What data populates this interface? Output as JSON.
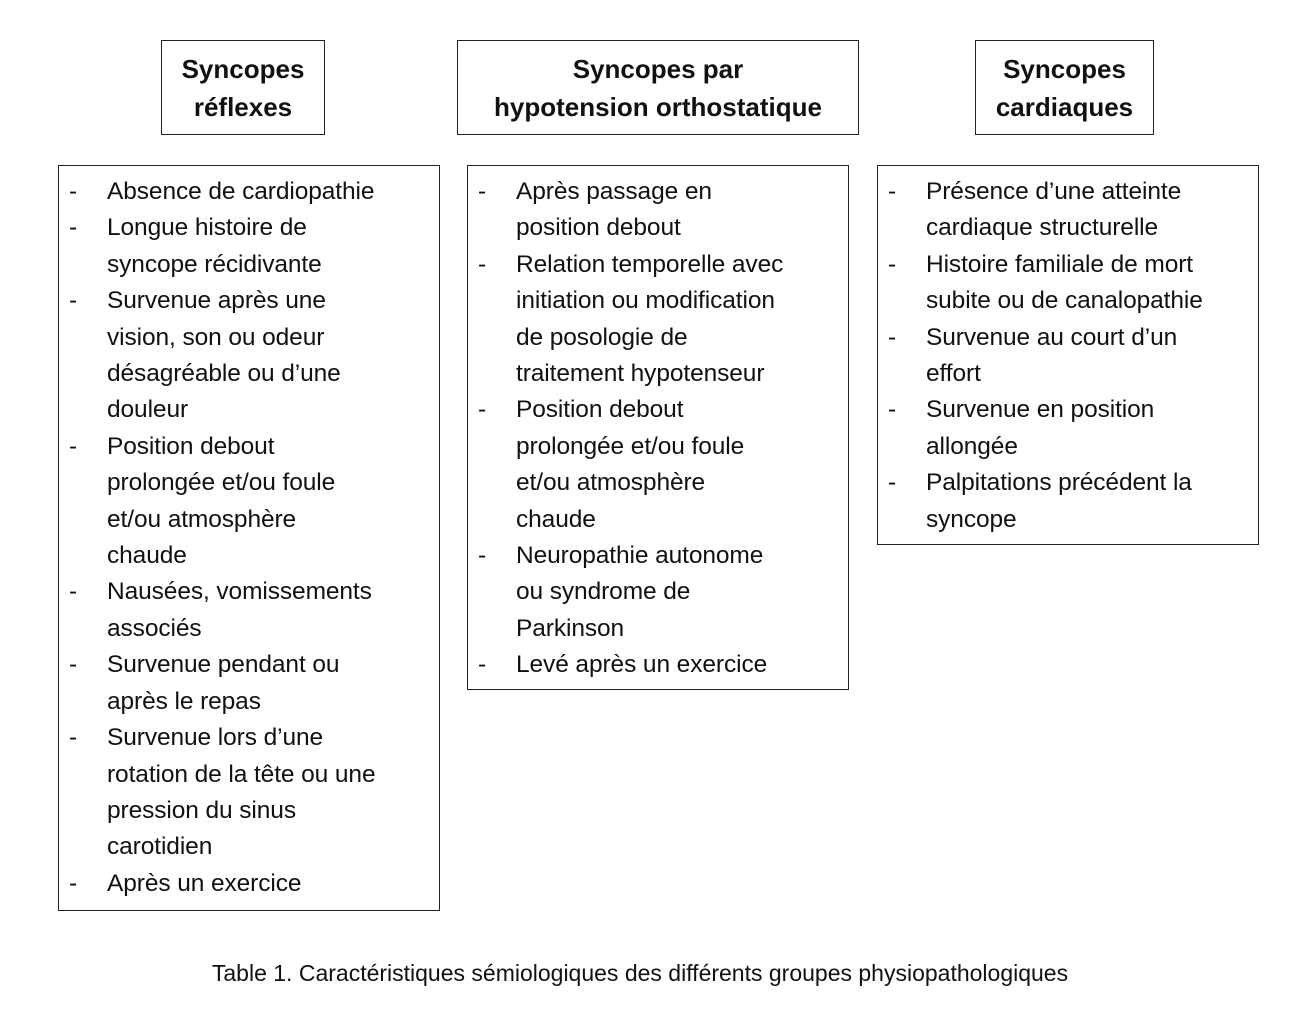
{
  "columns": [
    {
      "header": "Syncopes\nréflexes",
      "items": [
        [
          "Absence de cardiopathie"
        ],
        [
          "Longue histoire de",
          "syncope récidivante"
        ],
        [
          "Survenue après une",
          "vision, son ou odeur",
          "désagréable ou d’une",
          "douleur"
        ],
        [
          "Position debout",
          "prolongée et/ou foule",
          "et/ou atmosphère",
          "chaude"
        ],
        [
          "Nausées, vomissements",
          "associés"
        ],
        [
          "Survenue pendant ou",
          "après le repas"
        ],
        [
          "Survenue lors d’une",
          "rotation de la tête ou une",
          "pression du sinus",
          "carotidien"
        ],
        [
          "Après un exercice"
        ]
      ]
    },
    {
      "header": "Syncopes par\nhypotension orthostatique",
      "items": [
        [
          "Après passage en",
          "position debout"
        ],
        [
          "Relation temporelle avec",
          "initiation ou modification",
          "de posologie de",
          "traitement hypotenseur"
        ],
        [
          "Position debout",
          "prolongée et/ou foule",
          "et/ou atmosphère",
          "chaude"
        ],
        [
          "Neuropathie autonome",
          "ou syndrome de",
          "Parkinson"
        ],
        [
          "Levé après un exercice"
        ]
      ]
    },
    {
      "header": "Syncopes\ncardiaques",
      "items": [
        [
          "Présence d’une atteinte",
          "cardiaque structurelle"
        ],
        [
          "Histoire familiale de mort",
          "subite ou de canalopathie"
        ],
        [
          "Survenue au court d’un",
          "effort"
        ],
        [
          "Survenue en position",
          "allongée"
        ],
        [
          "Palpitations précédent la",
          "syncope"
        ]
      ]
    }
  ],
  "bullet": "-",
  "caption": "Table 1. Caractéristiques sémiologiques des différents groupes physiopathologiques"
}
